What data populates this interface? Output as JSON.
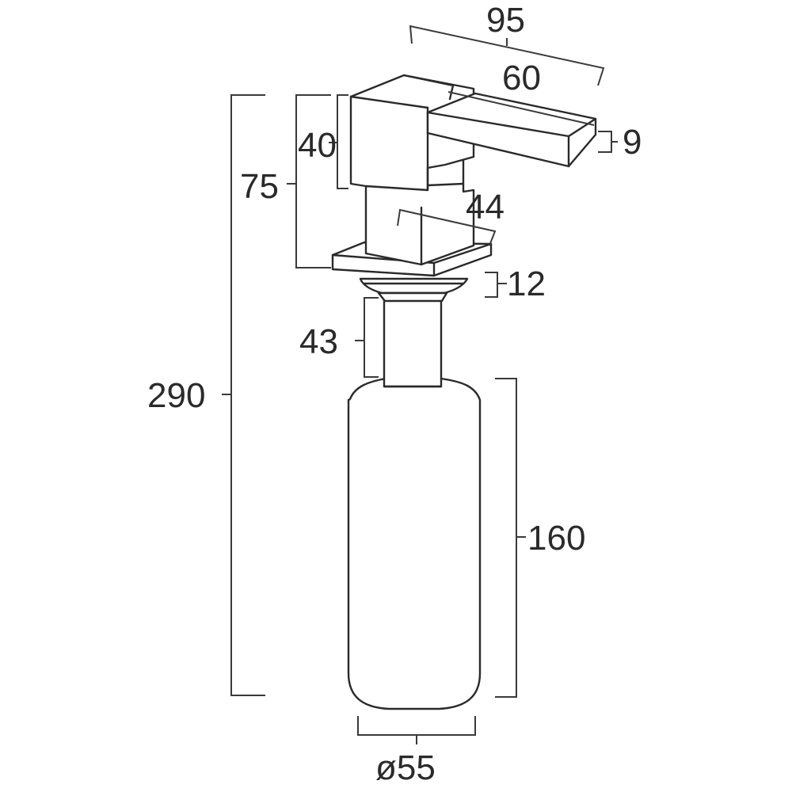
{
  "dimensions": {
    "width_total": "95",
    "spout_length": "60",
    "spout_height": "9",
    "head_height": "40",
    "body_height": "75",
    "base_width": "44",
    "base_height": "12",
    "neck_height": "43",
    "total_height": "290",
    "bottle_height": "160",
    "bottle_diameter": "ø55"
  },
  "colors": {
    "line": "#2a2a2a",
    "background": "#ffffff"
  }
}
